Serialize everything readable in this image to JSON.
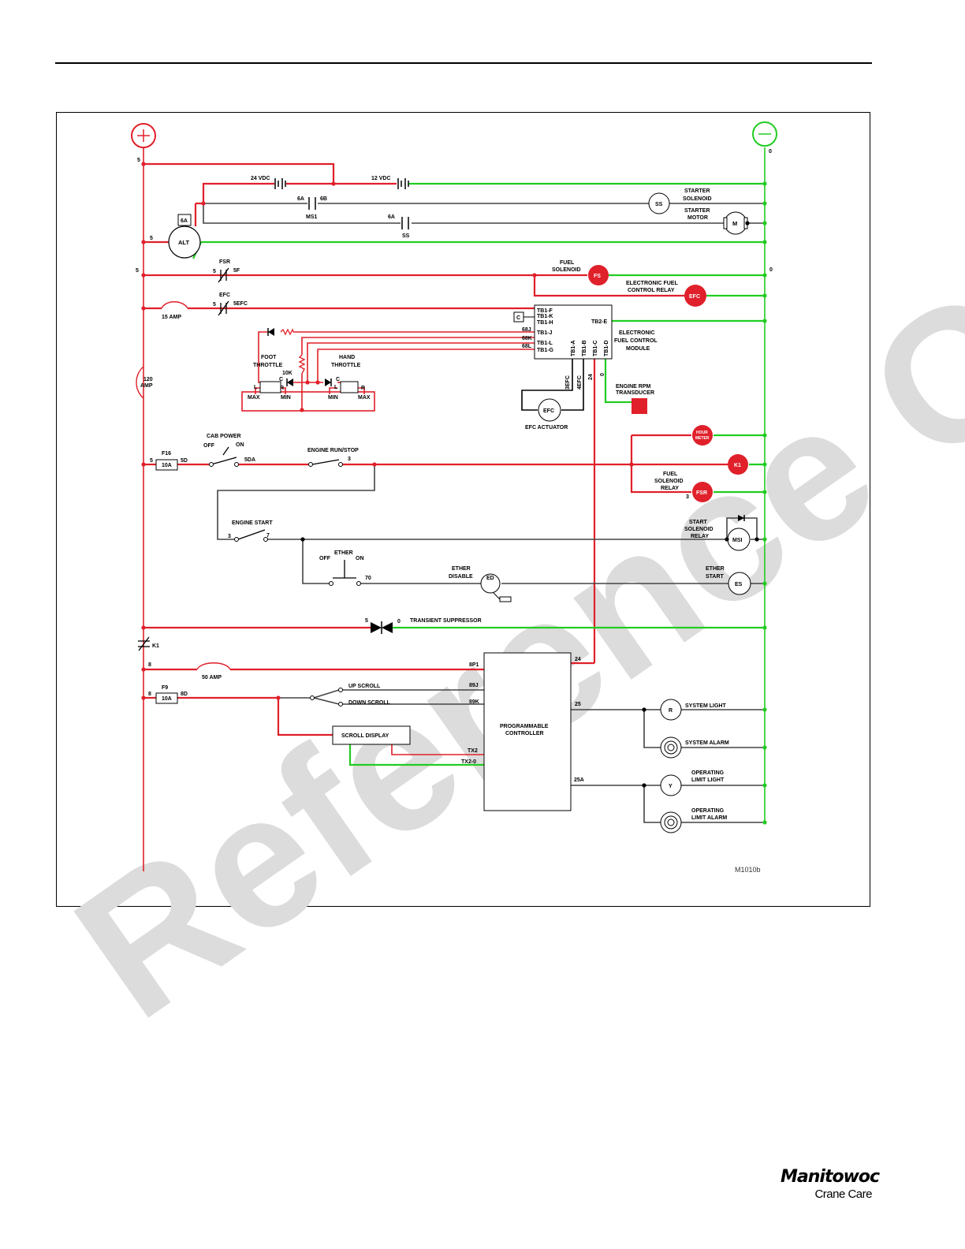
{
  "colors": {
    "positive": "#e0202a",
    "negative": "#22cc22",
    "neutral": "#444444",
    "frame": "#000000",
    "watermark": "#d9d9d9"
  },
  "terminals": {
    "plus": "+",
    "minus": "−"
  },
  "wire_numbers": {
    "w5_top": "5",
    "w0_top": "0",
    "w5_alt": "5",
    "w5_fsr": "5",
    "w0_fsr": "0",
    "w5_cab": "5",
    "w5_ts": "5",
    "w0_ts": "0",
    "w8_a": "8",
    "w8_b": "8",
    "w3_run": "3",
    "w3_start": "3",
    "w7": "7",
    "w70": "70",
    "w3_fsr": "3",
    "w24": "24",
    "w25": "25",
    "w25a": "25A",
    "w3efc": "3EFC",
    "w4efc": "4EFC",
    "w24b": "24",
    "w0b": "0",
    "w5f": "5F",
    "w5efc": "5EFC",
    "w5d": "5D",
    "w5da": "5DA",
    "w8d": "8D",
    "w5_fsrsw": "5",
    "w5_efcsw": "5",
    "w5_ms1": "6A",
    "w6b": "6B",
    "w6a_ss": "6A",
    "w68j": "68J",
    "w68k": "68K",
    "w68l": "68L",
    "w8p1": "8P1",
    "w89j": "89J",
    "w89k": "89K",
    "wtx2": "TX2",
    "wtx20": "TX2-0"
  },
  "labels": {
    "v24": "24 VDC",
    "v12": "12 VDC",
    "ms1": "MS1",
    "ss": "SS",
    "box6a": "6A",
    "alt": "ALT",
    "starter_solenoid": [
      "STARTER",
      "SOLENOID"
    ],
    "starter_motor": [
      "STARTER",
      "MOTOR"
    ],
    "ss_circle": "SS",
    "m_circle": "M",
    "fsr": "FSR",
    "fuel_solenoid": [
      "FUEL",
      "SOLENOID"
    ],
    "fs": "FS",
    "efc_sw": "EFC",
    "efc_relay": [
      "ELECTRONIC FUEL",
      "CONTROL RELAY"
    ],
    "efc": "EFC",
    "amp15": "15 AMP",
    "amp120": [
      "120",
      "AMP"
    ],
    "tb": [
      "TB1-F",
      "TB1-K",
      "TB1-H",
      "TB1-J",
      "TB1-L",
      "TB1-G"
    ],
    "tb2e": "TB2-E",
    "tb_vert": [
      "TB1-A",
      "TB1-B",
      "TB1-C",
      "TB1-D"
    ],
    "efcm": [
      "ELECTRONIC",
      "FUEL CONTROL",
      "MODULE"
    ],
    "foot": [
      "FOOT",
      "THROTTLE"
    ],
    "hand": [
      "HAND",
      "THROTTLE"
    ],
    "k10": "10K",
    "l": "L",
    "c": "C",
    "r": "R",
    "max": "MAX",
    "min": "MIN",
    "efc_act": "EFC",
    "efc_act_lbl": "EFC ACTUATOR",
    "rpm": [
      "ENGINE RPM",
      "TRANSDUCER"
    ],
    "cab": "CAB POWER",
    "off": "OFF",
    "on": "ON",
    "f16": "F16",
    "fuse10a": "10A",
    "run": "ENGINE RUN/STOP",
    "hour": [
      "HOUR",
      "METER"
    ],
    "k1": "K1",
    "fsr_relay": [
      "FUEL",
      "SOLENOID",
      "RELAY"
    ],
    "fsr_circle": "FSR",
    "eng_start": "ENGINE START",
    "ssr": [
      "START",
      "SOLENOID",
      "RELAY"
    ],
    "msi": "MSI",
    "ether": "ETHER",
    "ether_disable": [
      "ETHER",
      "DISABLE"
    ],
    "ed": "ED",
    "ether_start": [
      "ETHER",
      "START"
    ],
    "es": "ES",
    "ts": "TRANSIENT SUPPRESSOR",
    "k1_contact": "K1",
    "amp50": "50 AMP",
    "f9": "F9",
    "up": "UP SCROLL",
    "down": "DOWN SCROLL",
    "scroll": "SCROLL DISPLAY",
    "plc": [
      "PROGRAMMABLE",
      "CONTROLLER"
    ],
    "sys_light": "SYSTEM LIGHT",
    "sys_alarm": "SYSTEM ALARM",
    "r_circle": "R",
    "y_circle": "Y",
    "op_light": [
      "OPERATING",
      "LIMIT LIGHT"
    ],
    "op_alarm": [
      "OPERATING",
      "LIMIT ALARM"
    ],
    "drawing_no": "M1010b",
    "tb_c": "C"
  },
  "watermark": "Reference Only",
  "logo": {
    "brand": "Manitowoc",
    "sub": "Crane Care"
  }
}
